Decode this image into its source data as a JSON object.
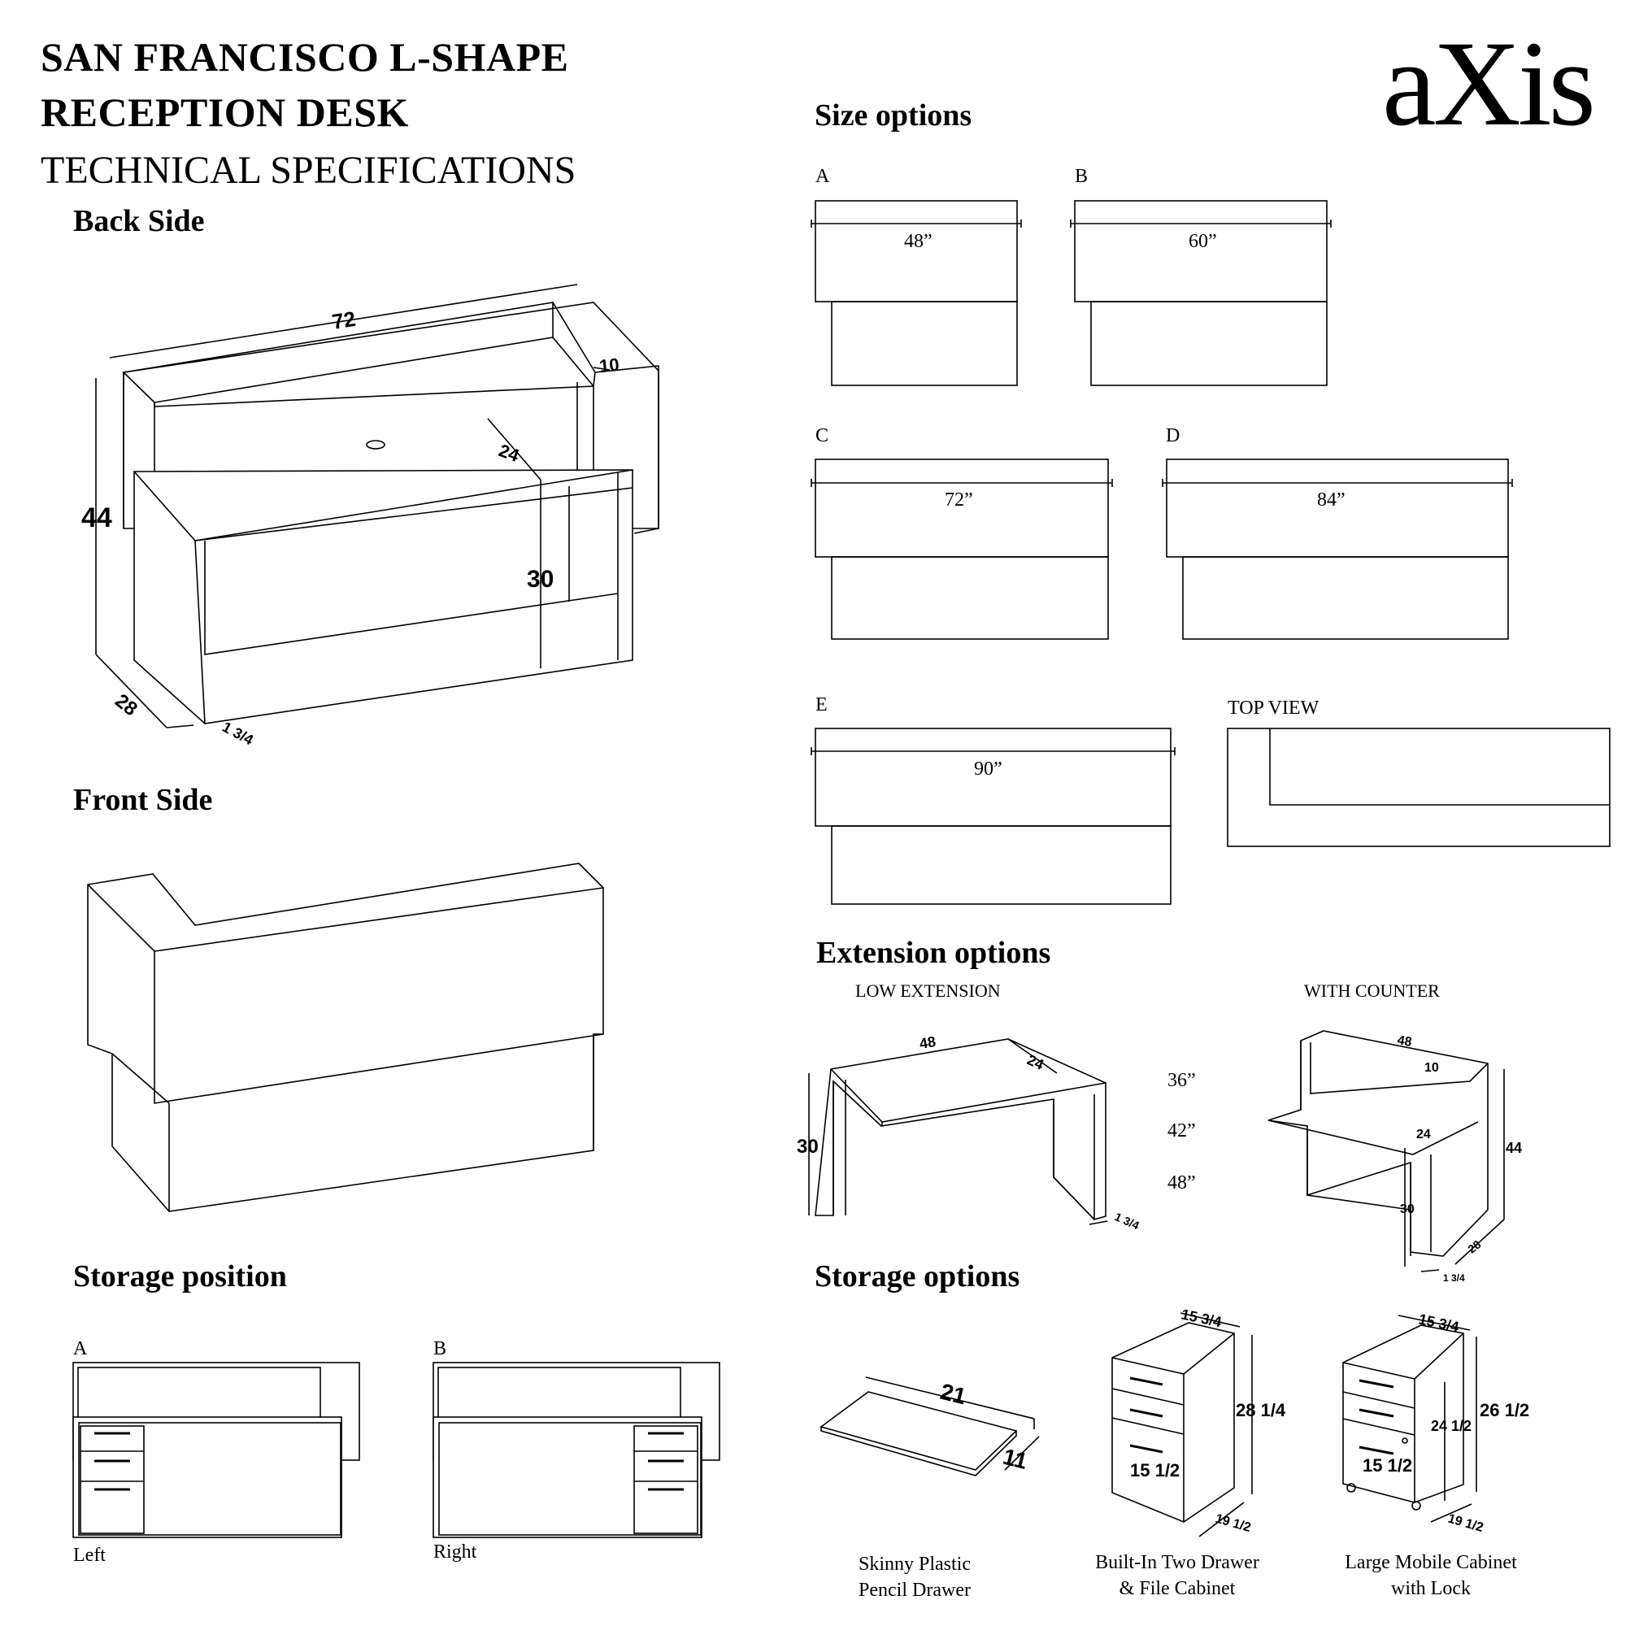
{
  "header": {
    "title_line1": "SAN FRANCISCO L-SHAPE",
    "title_line2": "RECEPTION DESK",
    "subtitle": "TECHNICAL SPECIFICATIONS",
    "logo": "aXis"
  },
  "back_side": {
    "heading": "Back Side",
    "dims": {
      "width": "72",
      "depth_top": "10",
      "depth_desk": "24",
      "height": "44",
      "desk_height": "30",
      "depth_side": "28",
      "thickness": "1 3/4"
    }
  },
  "front_side": {
    "heading": "Front Side"
  },
  "size_options": {
    "heading": "Size options",
    "items": [
      {
        "letter": "A",
        "size": "48”"
      },
      {
        "letter": "B",
        "size": "60”"
      },
      {
        "letter": "C",
        "size": "72”"
      },
      {
        "letter": "D",
        "size": "84”"
      },
      {
        "letter": "E",
        "size": "90”"
      }
    ],
    "top_view_label": "TOP VIEW"
  },
  "extension_options": {
    "heading": "Extension options",
    "low_label": "LOW EXTENSION",
    "counter_label": "WITH COUNTER",
    "low_dims": {
      "width": "48",
      "depth": "24",
      "height": "30",
      "thickness": "1 3/4"
    },
    "lengths": [
      "36”",
      "42”",
      "48”"
    ],
    "counter_dims": {
      "width": "48",
      "depth_top": "10",
      "depth": "24",
      "height": "44",
      "desk_height": "30",
      "side": "28",
      "thickness": "1 3/4"
    }
  },
  "storage_position": {
    "heading": "Storage position",
    "items": [
      {
        "letter": "A",
        "caption": "Left"
      },
      {
        "letter": "B",
        "caption": "Right"
      }
    ]
  },
  "storage_options": {
    "heading": "Storage options",
    "items": [
      {
        "line1": "Skinny Plastic",
        "line2": "Pencil Drawer",
        "dims": [
          "21",
          "11"
        ]
      },
      {
        "line1": "Built-In Two Drawer",
        "line2": "& File Cabinet",
        "dims": [
          "15 3/4",
          "28 1/4",
          "15 1/2",
          "19 1/2"
        ]
      },
      {
        "line1": "Large Mobile Cabinet",
        "line2": "with Lock",
        "dims": [
          "15 3/4",
          "26 1/2",
          "24 1/2",
          "15 1/2",
          "19 1/2"
        ]
      }
    ]
  },
  "colors": {
    "ink": "#000000",
    "paper": "#ffffff"
  }
}
